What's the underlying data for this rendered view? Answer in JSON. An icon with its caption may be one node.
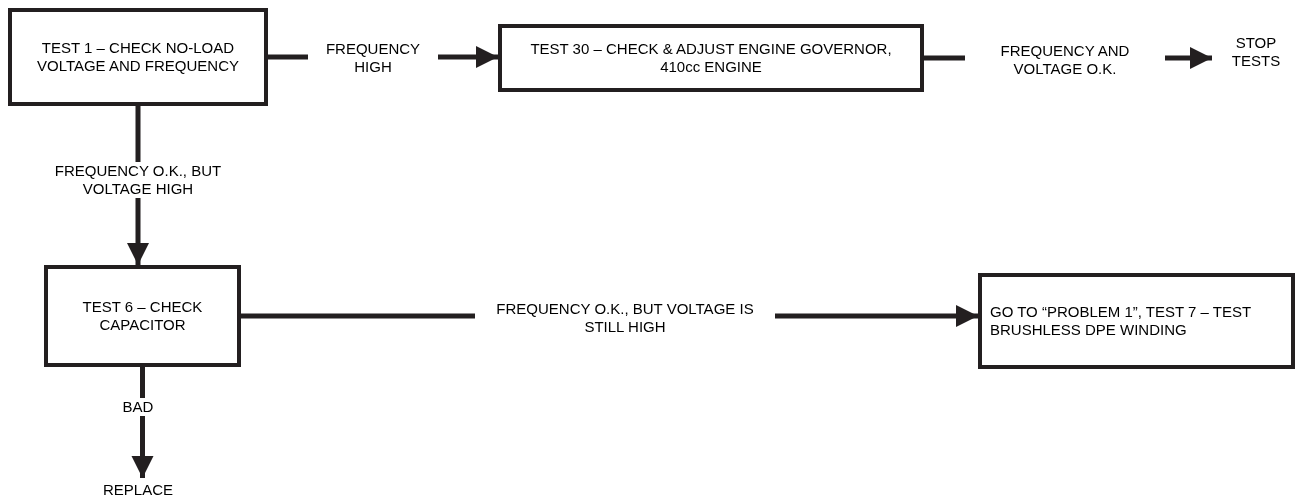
{
  "diagram": {
    "nodes": [
      {
        "text": [
          "TEST 1 – CHECK NO-LOAD VOLTAGE AND FREQUENCY"
        ]
      },
      {
        "text": [
          "TEST 30 – CHECK & ADJUST ENGINE GOVERNOR, 410cc ENGINE"
        ]
      },
      {
        "text": [
          "STOP TESTS"
        ]
      },
      {
        "text": [
          "TEST 6 – CHECK CAPACITOR"
        ]
      },
      {
        "text": [
          "GO TO “PROBLEM 1”, TEST 7 – TEST BRUSHLESS DPE WINDING"
        ]
      },
      {
        "text": [
          "REPLACE"
        ]
      }
    ],
    "edges": [
      {
        "from": 0,
        "to": 1,
        "arrow": "to",
        "label": "FREQUENCY HIGH"
      },
      {
        "from": 1,
        "to": 2,
        "arrow": "to",
        "label": "FREQUENCY AND VOLTAGE O.K."
      },
      {
        "from": 0,
        "to": 3,
        "arrow": "to",
        "label": "FREQUENCY O.K., BUT VOLTAGE HIGH"
      },
      {
        "from": 3,
        "to": 4,
        "arrow": "to",
        "label": "FREQUENCY O.K., BUT VOLTAGE IS STILL HIGH"
      },
      {
        "from": 3,
        "to": 5,
        "arrow": "to",
        "label": "BAD"
      }
    ]
  }
}
